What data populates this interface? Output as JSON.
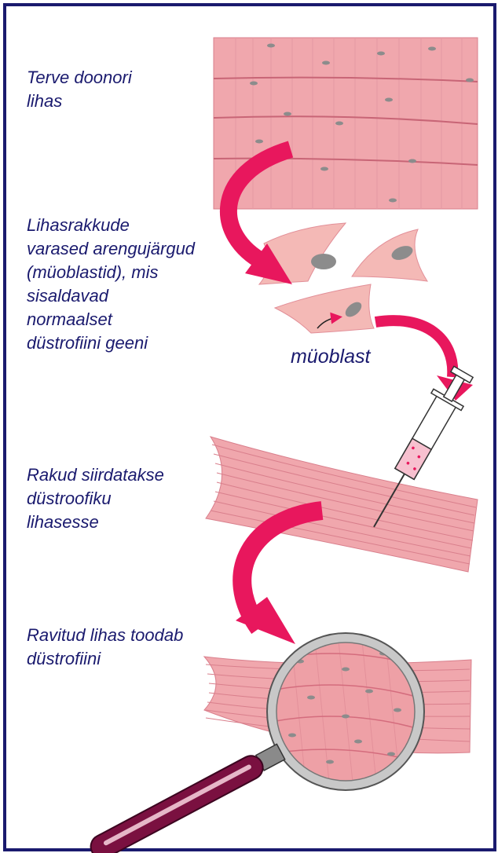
{
  "labels": {
    "donor_muscle": "Terve doonori\nlihas",
    "myoblasts": "Lihasrakkude\nvarased arengujärgud\n(müoblastid), mis\nsisaldavad\nnormaalset\ndüstrofiini geeni",
    "myoblast_pointer": "müoblast",
    "transplant": "Rakud siirdatakse\ndüstroofiku\nlihasesse",
    "treated": "Ravitud lihas toodab\ndüstrofiini"
  },
  "colors": {
    "border": "#1a1a6e",
    "text": "#1a1a6e",
    "muscle_fill": "#f0a7ad",
    "muscle_line": "#d97f8c",
    "cell_fill": "#f4b9b6",
    "nucleus": "#8c8c8c",
    "arrow": "#e8175d",
    "magnifier_handle": "#7a1040"
  },
  "icons": [
    "curved-arrow-icon",
    "syringe-icon",
    "magnifier-icon"
  ]
}
